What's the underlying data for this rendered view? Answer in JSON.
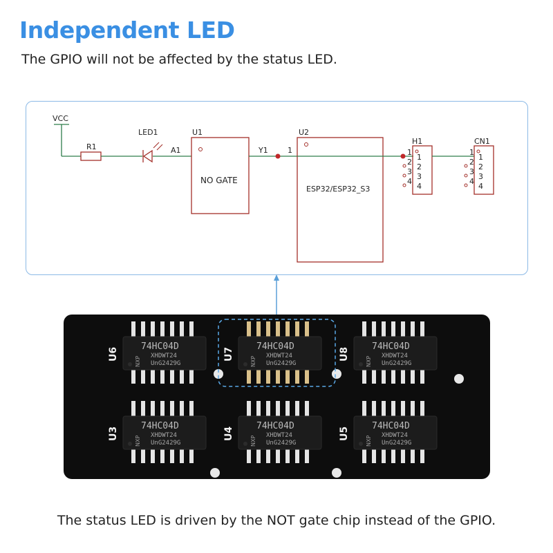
{
  "header": {
    "title": "Independent LED",
    "subtitle": "The GPIO will not be affected by the status LED."
  },
  "schematic": {
    "vcc_label": "VCC",
    "r1_label": "R1",
    "led1_label": "LED1",
    "u1_label": "U1",
    "a1_label": "A1",
    "u1_text": "NO GATE",
    "y1_label": "Y1",
    "pin1_label": "1",
    "u2_label": "U2",
    "u2_text": "ESP32/ESP32_S3",
    "h1_label": "H1",
    "cn1_label": "CN1",
    "pins": [
      "1",
      "2",
      "3",
      "4"
    ]
  },
  "board": {
    "chip_text": [
      "74HC04D",
      "XHDWT24",
      "UnG2429G",
      "NXP"
    ],
    "chips": [
      {
        "label": "U6"
      },
      {
        "label": "U7"
      },
      {
        "label": "U8"
      },
      {
        "label": "U3"
      },
      {
        "label": "U4"
      },
      {
        "label": "U5"
      }
    ]
  },
  "footer": {
    "caption": "The status LED is driven by the NOT gate chip instead of the GPIO."
  },
  "colors": {
    "accent": "#3a8fe3",
    "wire": "#2e7d4a",
    "component": "#a3302a",
    "board": "#0d0d0d"
  }
}
